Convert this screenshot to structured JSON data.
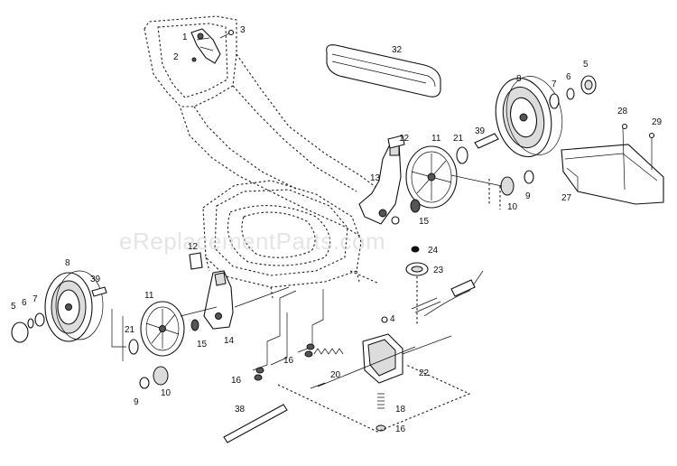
{
  "diagram": {
    "watermark": "eReplacementParts.com",
    "callouts": [
      {
        "id": "c1",
        "label": "1"
      },
      {
        "id": "c2",
        "label": "2"
      },
      {
        "id": "c3",
        "label": "3"
      },
      {
        "id": "c32",
        "label": "32"
      },
      {
        "id": "c8r",
        "label": "8"
      },
      {
        "id": "c7r",
        "label": "7"
      },
      {
        "id": "c6r",
        "label": "6"
      },
      {
        "id": "c5r",
        "label": "5"
      },
      {
        "id": "c12r",
        "label": "12"
      },
      {
        "id": "c11r",
        "label": "11"
      },
      {
        "id": "c21r",
        "label": "21"
      },
      {
        "id": "c39r",
        "label": "39"
      },
      {
        "id": "c28",
        "label": "28"
      },
      {
        "id": "c29",
        "label": "29"
      },
      {
        "id": "c13",
        "label": "13"
      },
      {
        "id": "c9r",
        "label": "9"
      },
      {
        "id": "c10r",
        "label": "10"
      },
      {
        "id": "c15r",
        "label": "15"
      },
      {
        "id": "c27",
        "label": "27"
      },
      {
        "id": "c24",
        "label": "24"
      },
      {
        "id": "c23",
        "label": "23"
      },
      {
        "id": "c8l",
        "label": "8"
      },
      {
        "id": "c12l",
        "label": "12"
      },
      {
        "id": "c39l",
        "label": "39"
      },
      {
        "id": "c11l",
        "label": "11"
      },
      {
        "id": "c5l",
        "label": "5"
      },
      {
        "id": "c6l",
        "label": "6"
      },
      {
        "id": "c7l",
        "label": "7"
      },
      {
        "id": "c21l",
        "label": "21"
      },
      {
        "id": "c14",
        "label": "14"
      },
      {
        "id": "c15l",
        "label": "15"
      },
      {
        "id": "c4",
        "label": "4"
      },
      {
        "id": "c16a",
        "label": "16"
      },
      {
        "id": "c16b",
        "label": "16"
      },
      {
        "id": "c20",
        "label": "20"
      },
      {
        "id": "c22",
        "label": "22"
      },
      {
        "id": "c9l",
        "label": "9"
      },
      {
        "id": "c10l",
        "label": "10"
      },
      {
        "id": "c18",
        "label": "18"
      },
      {
        "id": "c16c",
        "label": "16"
      },
      {
        "id": "c38",
        "label": "38"
      }
    ]
  }
}
